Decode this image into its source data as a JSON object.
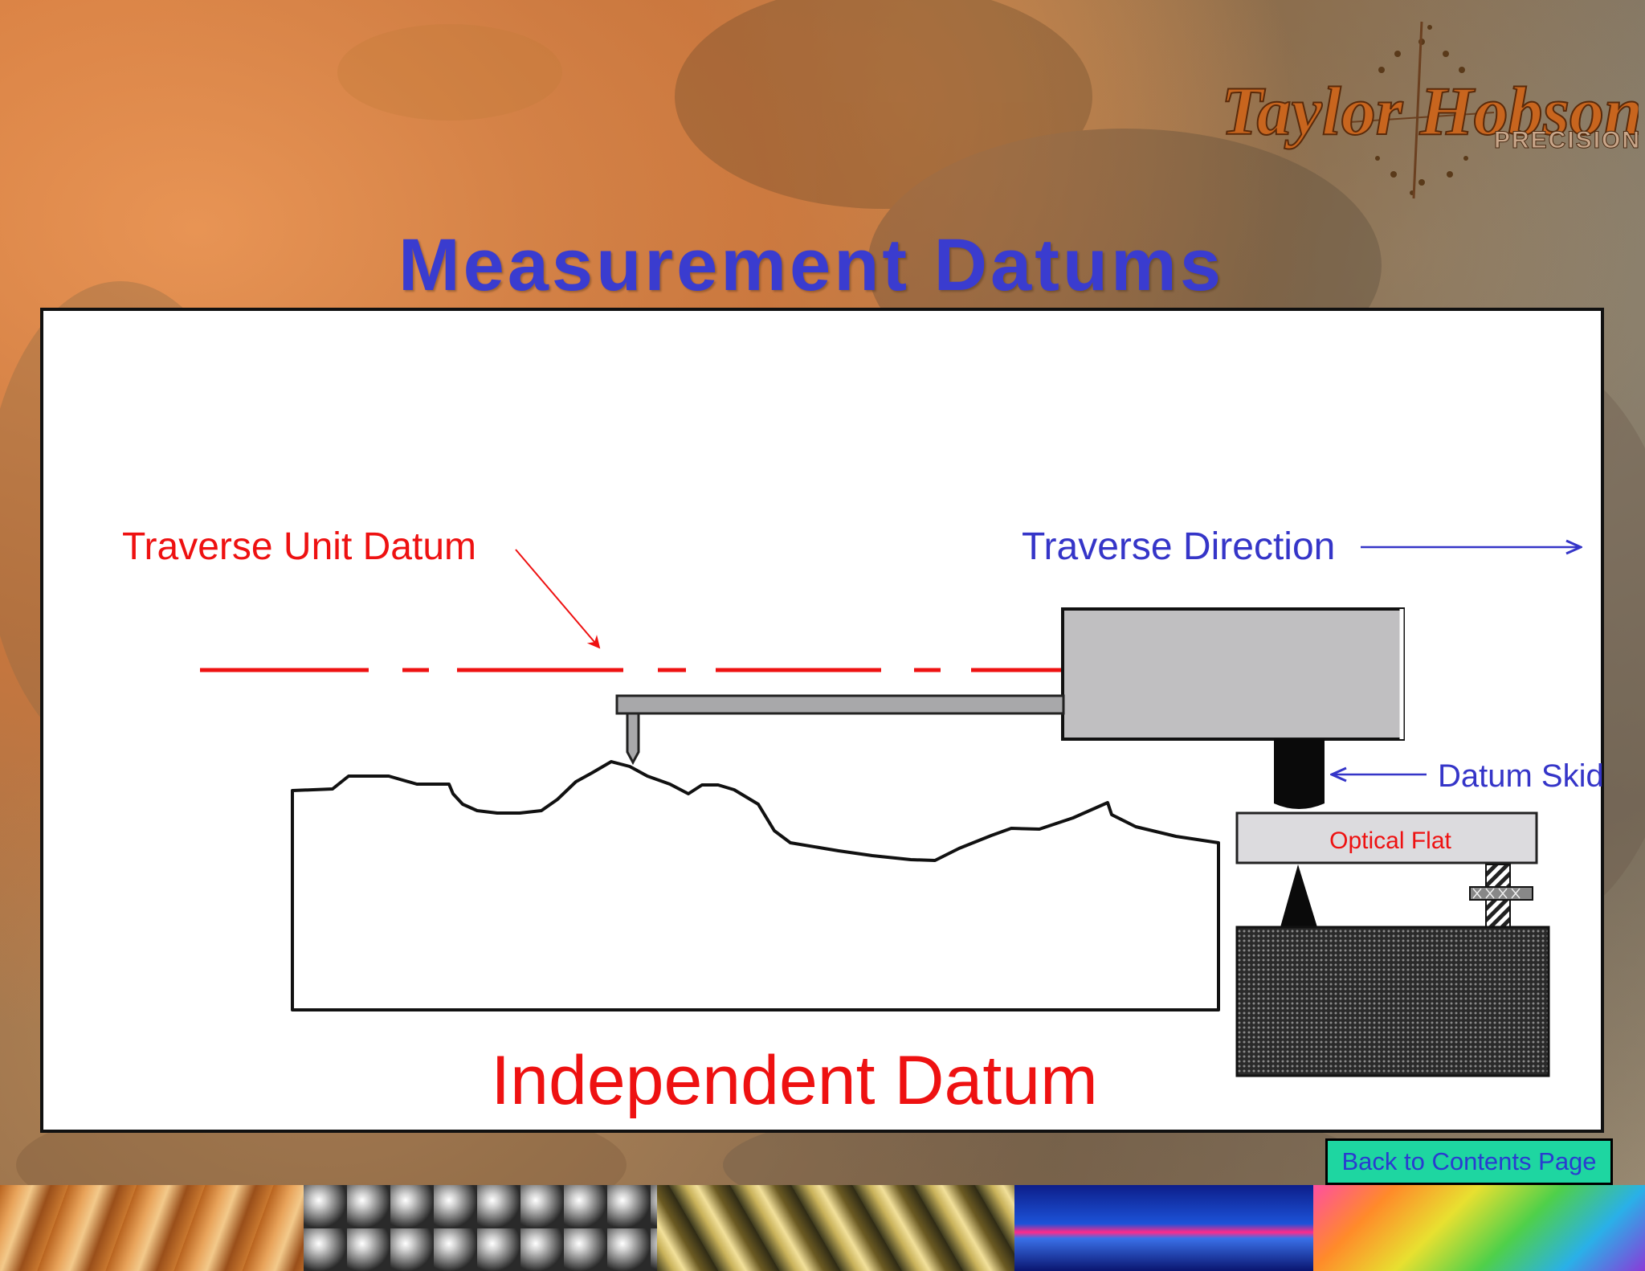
{
  "logo": {
    "brand": "Taylor Hobson",
    "sub": "PRECISION"
  },
  "page": {
    "title": "Measurement Datums"
  },
  "diagram": {
    "traverse_unit_datum": "Traverse Unit Datum",
    "traverse_direction": "Traverse Direction",
    "datum_skid": "Datum Skid",
    "optical_flat": "Optical Flat",
    "caption": "Independent Datum"
  },
  "nav": {
    "back_label": "Back to Contents Page"
  },
  "colors": {
    "title": "#3a3ccf",
    "red": "#ee1111",
    "blue": "#3535c8",
    "button": "#1ed6a1"
  }
}
